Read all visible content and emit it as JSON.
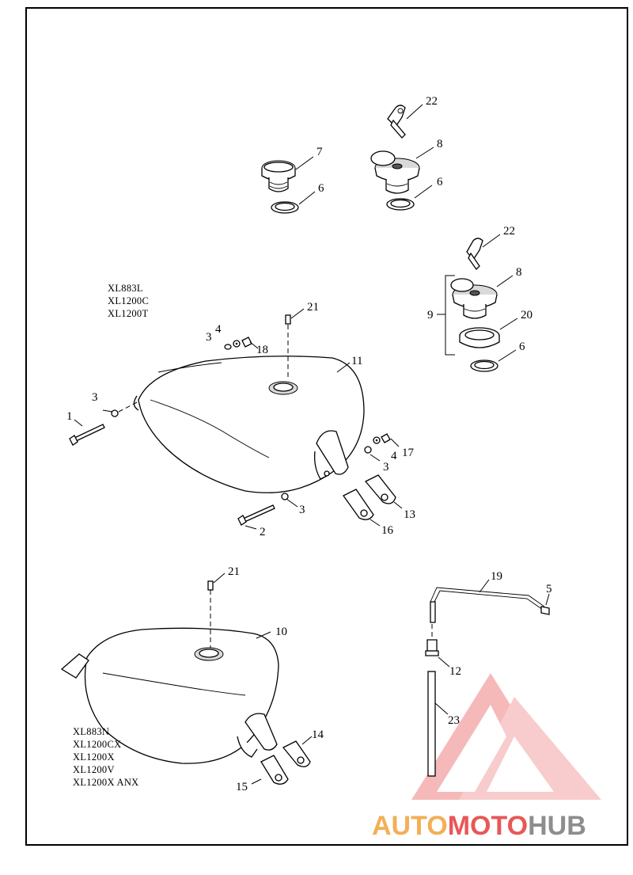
{
  "callouts": {
    "c22a": "22",
    "c7": "7",
    "c8a": "8",
    "c6a": "6",
    "c6b": "6",
    "c22b": "22",
    "c8b": "8",
    "c9": "9",
    "c20": "20",
    "c6c": "6",
    "c21a": "21",
    "c4a": "4",
    "c3a": "3",
    "c18": "18",
    "c11": "11",
    "c3b": "3",
    "c1": "1",
    "c17": "17",
    "c4b": "4",
    "c3c": "3",
    "c3d": "3",
    "c13": "13",
    "c16": "16",
    "c2": "2",
    "c21b": "21",
    "c10": "10",
    "c19": "19",
    "c5": "5",
    "c12": "12",
    "c23": "23",
    "c14": "14",
    "c15": "15"
  },
  "models_top": [
    "XL883L",
    "XL1200C",
    "XL1200T"
  ],
  "models_bottom": [
    "XL883N",
    "XL1200CX",
    "XL1200X",
    "XL1200V",
    "XL1200X ANX"
  ],
  "watermark": {
    "part1": "AUTO",
    "part2": "MOTO",
    "part3": "HUB",
    "colors": {
      "orange": "#f2a23a",
      "red": "#e53a3a",
      "gray": "#7a7a7a"
    }
  }
}
